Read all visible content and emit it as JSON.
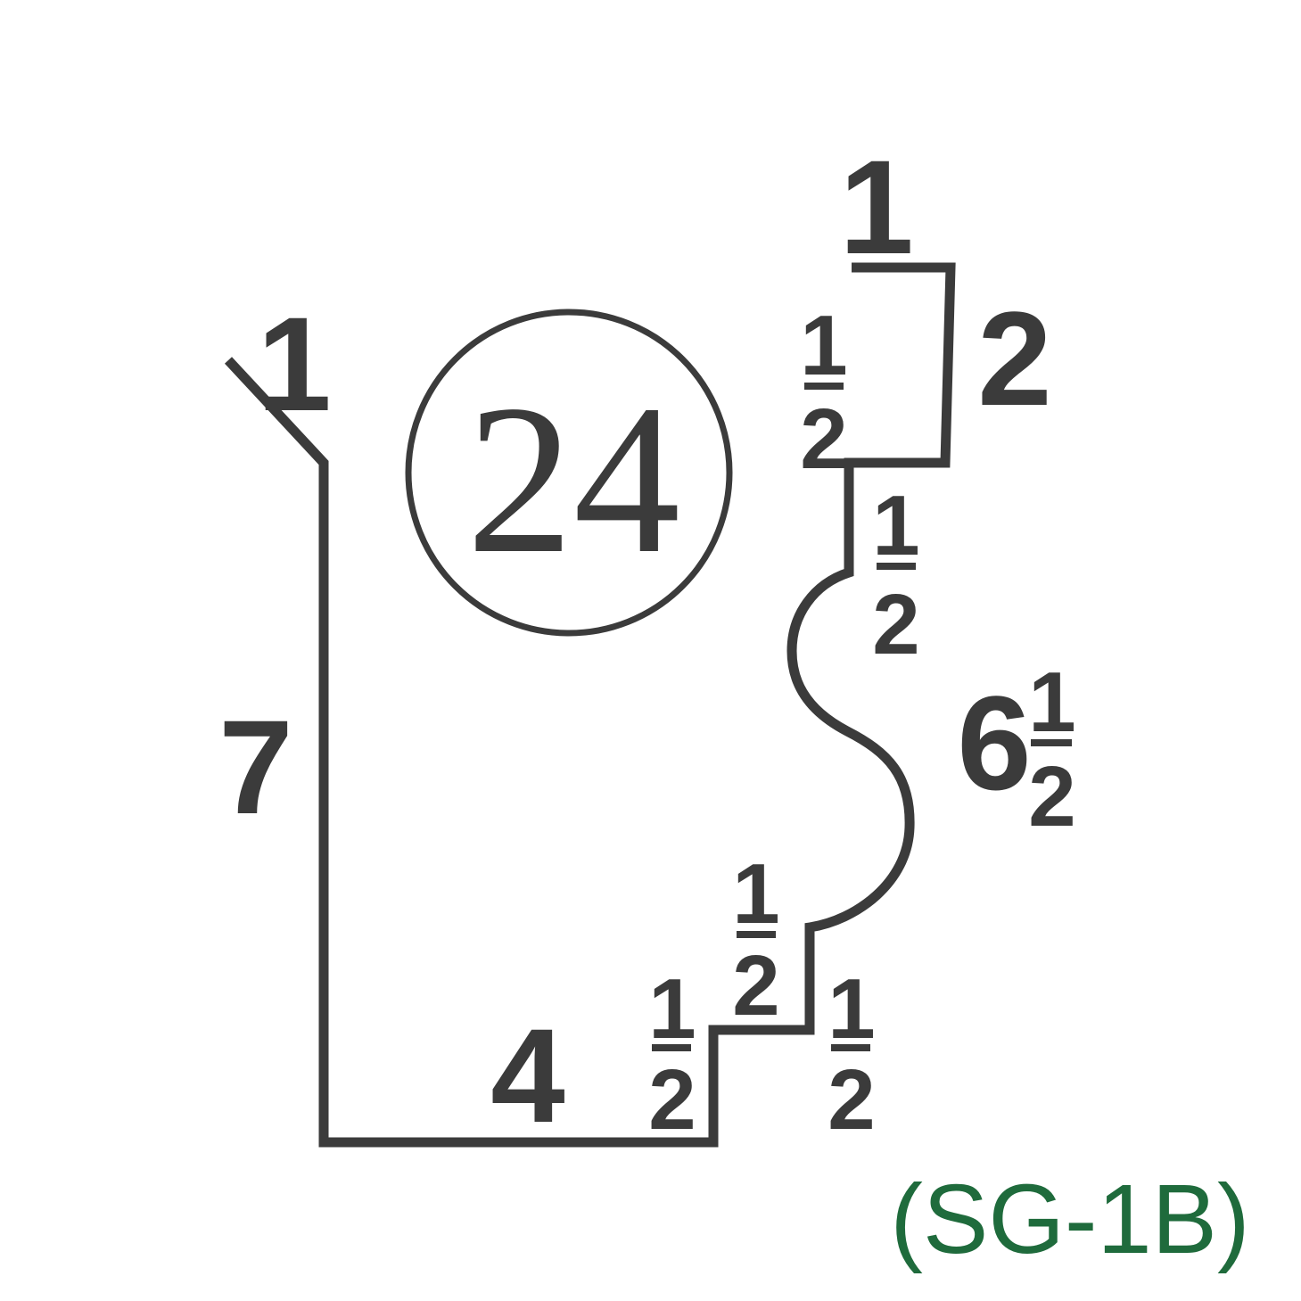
{
  "profile": {
    "circle_number": "24",
    "code": "(SG-1B)",
    "stroke_color": "#3b3b3b",
    "code_color": "#1f6b3c"
  },
  "dimensions": {
    "top_left_flange": "1",
    "left_height": "7",
    "bottom_width": "4",
    "top_cap_width": "1",
    "top_cap_height": "2",
    "cap_inner_fraction": {
      "numerator": "1",
      "denominator": "2"
    },
    "upper_step_fraction": {
      "numerator": "1",
      "denominator": "2"
    },
    "ogee_height": {
      "whole": "6",
      "numerator": "1",
      "denominator": "2"
    },
    "lower_step_a": {
      "numerator": "1",
      "denominator": "2"
    },
    "lower_step_b": {
      "numerator": "1",
      "denominator": "2"
    },
    "lower_step_c": {
      "numerator": "1",
      "denominator": "2"
    }
  }
}
